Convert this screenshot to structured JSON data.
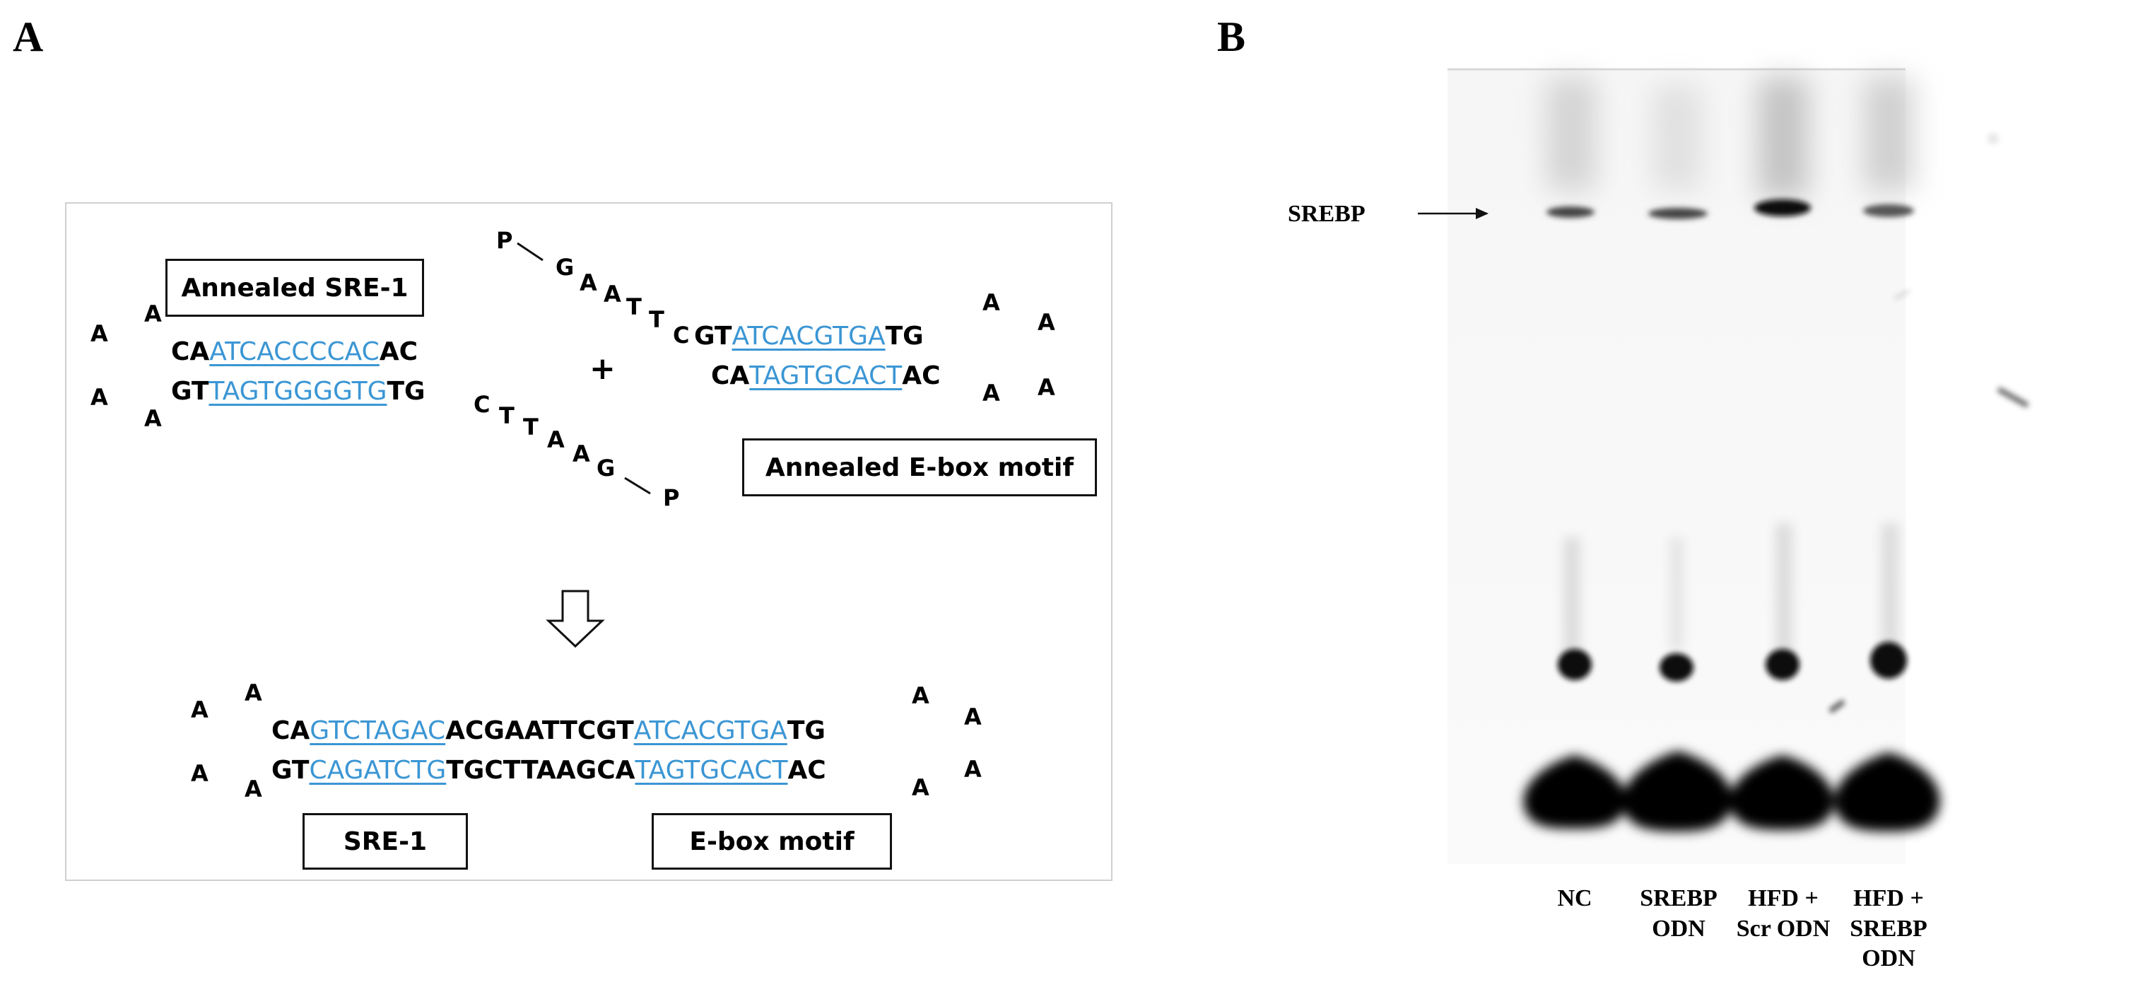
{
  "panel_a": {
    "letter": "A",
    "annealed_sre_label": "Annealed SRE-1",
    "annealed_ebox_label": "Annealed E-box motif",
    "sre_label": "SRE-1",
    "ebox_label": "E-box motif",
    "plus": "+",
    "sre_top": {
      "pre": "CA",
      "hl": "ATCACCCCAC",
      "post": "AC"
    },
    "sre_bottom": {
      "pre": "GT",
      "hl": "TAGTGGGGTG",
      "post": "TG"
    },
    "ebox_top": {
      "pre": "GT",
      "hl": "ATCACGTGA",
      "post": "TG"
    },
    "ebox_bottom": {
      "pre": "CA",
      "hl": "TAGTGCACT",
      "post": "AC"
    },
    "sticky_top": [
      "P",
      "G",
      "A",
      "A",
      "T",
      "T",
      "C"
    ],
    "sticky_bottom": [
      "C",
      "T",
      "T",
      "A",
      "A",
      "G",
      "P"
    ],
    "loop": "A",
    "product_top": {
      "p1": "CA",
      "h1": "GTCTAGAC",
      "m": "ACGAATTCGT",
      "h2": "ATCACGTGA",
      "p2": "TG"
    },
    "product_bottom": {
      "p1": "GT",
      "h1": "CAGATCTG",
      "m": "TGCTTAAGCA",
      "h2": "TAGTGCACT",
      "p2": "AC"
    },
    "highlight_color": "#3b96d4"
  },
  "panel_b": {
    "letter": "B",
    "band_label": "SREBP",
    "lanes": [
      {
        "l1": "NC",
        "l2": "",
        "l3": ""
      },
      {
        "l1": "SREBP",
        "l2": "ODN",
        "l3": ""
      },
      {
        "l1": "HFD +",
        "l2": "Scr ODN",
        "l3": ""
      },
      {
        "l1": "HFD +",
        "l2": "SREBP",
        "l3": "ODN"
      }
    ]
  }
}
